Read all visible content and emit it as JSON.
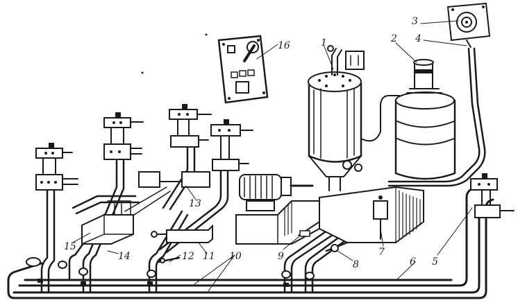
{
  "callouts": {
    "c1": "1",
    "c2": "2",
    "c3": "3",
    "c4": "4",
    "c5": "5",
    "c6": "6",
    "c7": "7",
    "c8": "8",
    "c9": "9",
    "c10": "10",
    "c11": "11",
    "c12": "12",
    "c13": "13",
    "c14": "14",
    "c15": "15",
    "c16": "16"
  },
  "colors": {
    "ink": "#1a1a1a",
    "paper": "#ffffff"
  }
}
